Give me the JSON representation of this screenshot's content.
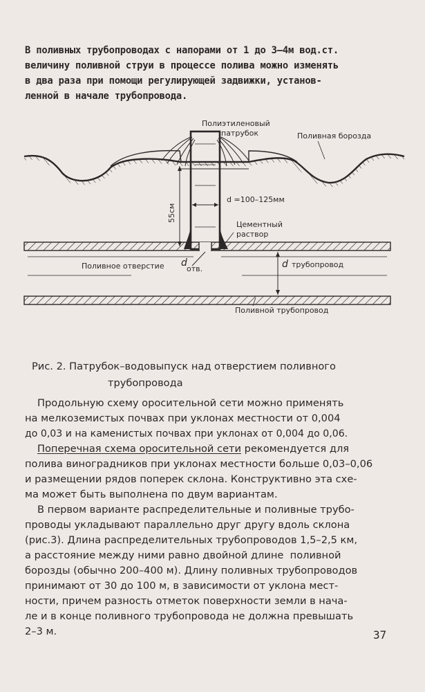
{
  "intro_lines": [
    "В поливных трубопроводах с напорами от 1 до 3–4м вод.ст.",
    "величину поливной струи в процессе полива можно изменять",
    "в два раза при помощи регулирующей задвижки, установ-",
    "ленной в начале трубопровода."
  ],
  "figure": {
    "labels": {
      "polyethylene": "Полиэтиленовый",
      "patrubok": "патрубок",
      "furrow": "Поливная борозда",
      "diameter": "d =100–125мм",
      "height": "55см",
      "cement1": "Цементный",
      "cement2": "раствор",
      "hole": "Поливное отверстие",
      "d_hole": "d",
      "d_hole_sub": "отв.",
      "pipeline_d": "d",
      "pipeline": "трубопровод",
      "pipeline_main": "Поливной трубопровод"
    }
  },
  "caption_lines": [
    "Рис. 2. Патрубок–водовыпуск над отверстием поливного",
    "трубопровода"
  ],
  "p2_lines": [
    "Продольную схему оросительной сети можно применять",
    "на мелкоземистых почвах при уклонах местности от 0,004",
    "до 0,03 и на каменистых почвах при уклонах от 0,004 до 0,06."
  ],
  "p3": {
    "underlined": "Поперечная схема оросительной сети",
    "line1_rest": " рекомендуется для",
    "lines": [
      "полива виноградников при уклонах местности больше 0,03–0,06",
      "и размещении рядов поперек склона. Конструктивно эта схе-",
      "ма может быть выполнена по двум вариантам."
    ]
  },
  "p4_lines": [
    "В первом варианте распределительные и поливные трубо-",
    "проводы укладывают параллельно друг другу вдоль склона",
    "(рис.3). Длина распределительных трубопроводов 1,5–2,5 км,",
    "а расстояние между ними равно двойной длине  поливной",
    "борозды (обычно 200–400 м). Длину поливных трубопроводов",
    "принимают от 30 до 100 м, в зависимости от уклона мест-",
    "ности, причем разность отметок поверхности земли в нача-",
    "ле и в конце поливного трубопровода не должна превышать",
    "2–3 м."
  ],
  "page_number": "37"
}
